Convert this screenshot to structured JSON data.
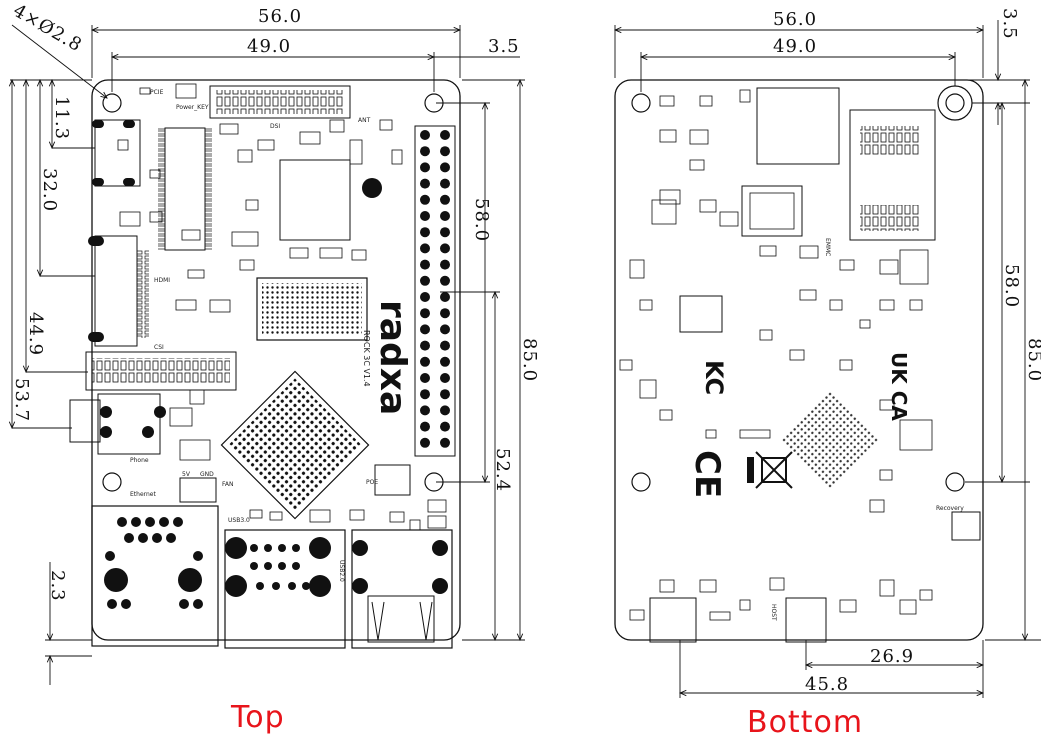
{
  "captions": {
    "top": "Top",
    "bottom": "Bottom"
  },
  "top_view": {
    "dims": {
      "width": "56.0",
      "hole_span": "49.0",
      "hole_offset": "3.5",
      "hole_dia": "4×Ø2.8",
      "d1": "11.3",
      "d2": "32.0",
      "d3": "44.9",
      "d4": "53.7",
      "d5": "2.3",
      "hole_span_v": "58.0",
      "length": "85.0",
      "d6": "52.4"
    },
    "silkscreen": {
      "pcie": "PCIE",
      "power_key": "Power_KEY",
      "dsi": "DSI",
      "ant": "ANT",
      "csi": "CSI",
      "hdmi": "HDMI",
      "phone": "Phone",
      "ethernet": "Ethernet",
      "usb30": "USB3.0",
      "usb20": "USB2.0",
      "poe": "POE",
      "fan": "FAN",
      "gnd": "GND",
      "five_v": "5V",
      "brand": "radxa",
      "model": "ROCK 3C V1.4"
    }
  },
  "bottom_view": {
    "dims": {
      "width": "56.0",
      "hole_span": "49.0",
      "hole_offset": "3.5",
      "hole_span_v": "58.0",
      "length": "85.0",
      "d7": "26.9",
      "d8": "45.8"
    },
    "silkscreen": {
      "recovery": "Recovery",
      "emmc": "EMMC",
      "host": "HOST",
      "ukca": "UK CA",
      "kc": "KC",
      "ce": "CE"
    }
  },
  "colors": {
    "caption": "#e8141b",
    "ink": "#111111",
    "board": "#ffffff"
  }
}
